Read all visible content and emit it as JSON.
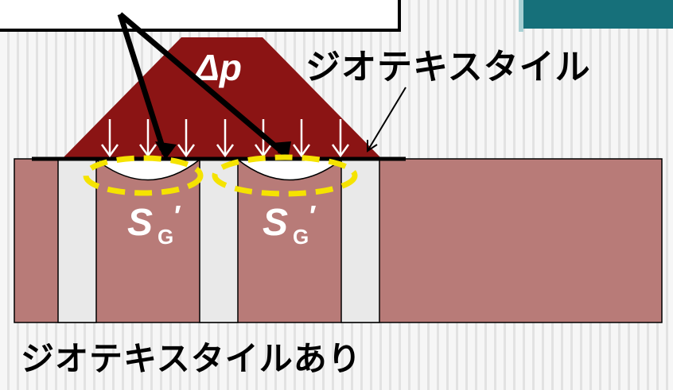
{
  "labels": {
    "load": "Δp",
    "geotextile": "ジオテキスタイル",
    "settlement_symbol": "S",
    "settlement_subscript": "G",
    "settlement_prime": "′",
    "caption": "ジオテキスタイルあり"
  },
  "colors": {
    "load_fill": "#8b1414",
    "ground_fill": "#b87b78",
    "column_fill": "#e9e9e9",
    "highlight_ellipse": "#f5e300",
    "teal_block": "#16707a"
  }
}
